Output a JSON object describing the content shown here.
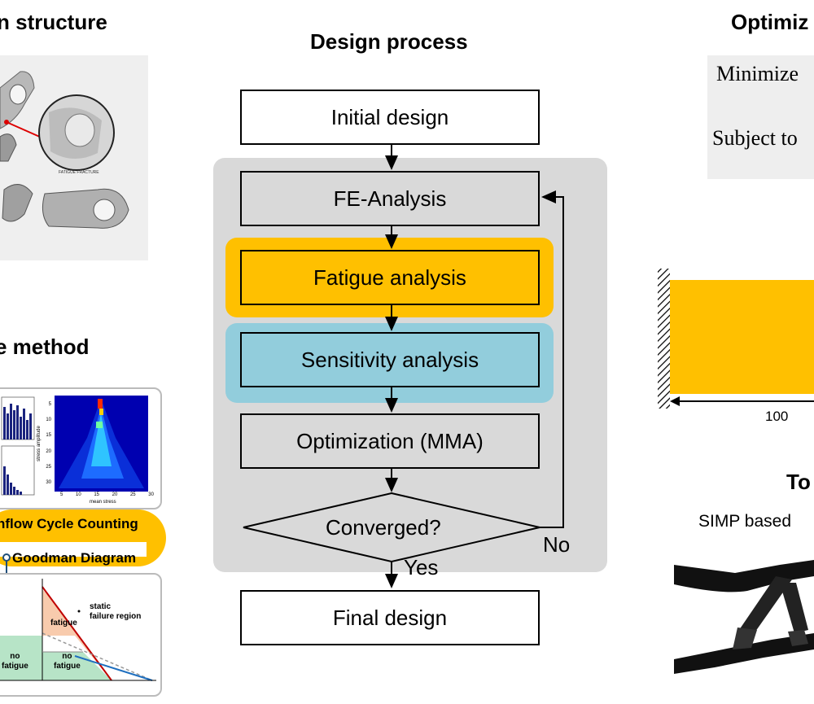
{
  "headings": {
    "left_top": "n structure",
    "left_mid": "e method",
    "center": "Design process",
    "right_top": "Optimiz",
    "right_mid": "To"
  },
  "fracture_photo": {
    "caption": "FATIGUE FRACTURE"
  },
  "flowchart": {
    "initial": "Initial design",
    "fe": "FE-Analysis",
    "fatigue": "Fatigue analysis",
    "sensitivity": "Sensitivity analysis",
    "optimization": "Optimization (MMA)",
    "converged": "Converged?",
    "yes": "Yes",
    "no": "No",
    "final": "Final design",
    "colors": {
      "loop_bg": "#d9d9d9",
      "fatigue": "#ffc000",
      "sensitivity": "#92cddc"
    }
  },
  "method_panel": {
    "heatmap_y_ticks": [
      "5",
      "10",
      "15",
      "20",
      "25",
      "30"
    ],
    "heatmap_x_ticks": [
      "5",
      "10",
      "15",
      "20",
      "25",
      "30"
    ],
    "heatmap_x_label": "mean stress",
    "heatmap_y_label": "stress amplitude",
    "rainflow": "nflow Cycle  Counting",
    "goodman": "Goodman Diagram",
    "diagram": {
      "static_region": "static\nfailure region",
      "fatigue": "fatigue",
      "no_fatigue_1": "no\nfatigue",
      "no_fatigue_2": "no\nfatigue"
    }
  },
  "optimization_formulation": {
    "minimize": "Minimize",
    "subject_to": "Subject to"
  },
  "domain_sketch": {
    "dimension": "100",
    "color": "#ffc000"
  },
  "topology": {
    "method": "SIMP based"
  }
}
